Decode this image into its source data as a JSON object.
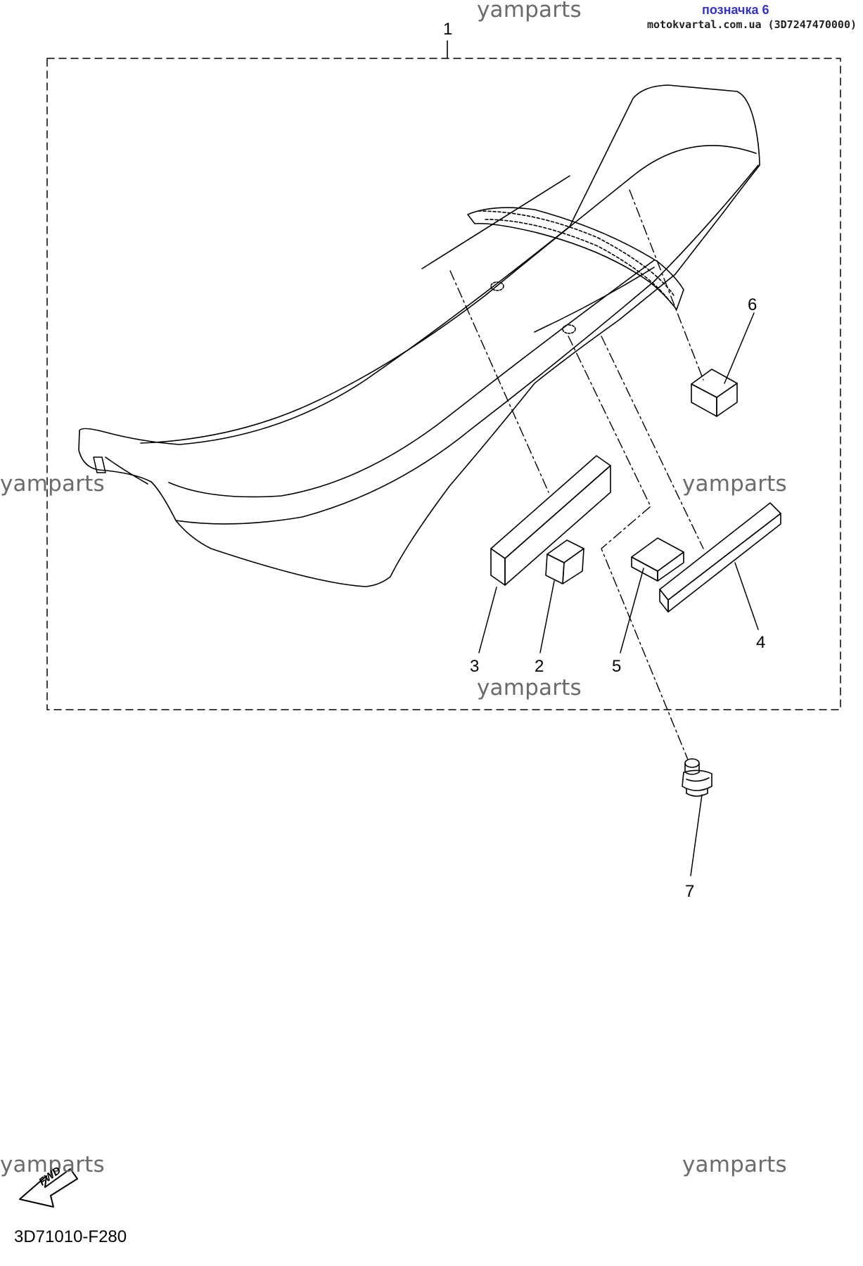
{
  "header": {
    "label": "позначка 6",
    "source": "motokvartal.com.ua (3D7247470000)"
  },
  "watermark": "yamparts",
  "callouts": [
    "1",
    "2",
    "3",
    "4",
    "5",
    "6",
    "7"
  ],
  "fwd_text": "FWD",
  "diagram_code": "3D71010-F280",
  "colors": {
    "line": "#000000",
    "watermark": "#6b6b6b",
    "header_label": "#3333cc"
  }
}
